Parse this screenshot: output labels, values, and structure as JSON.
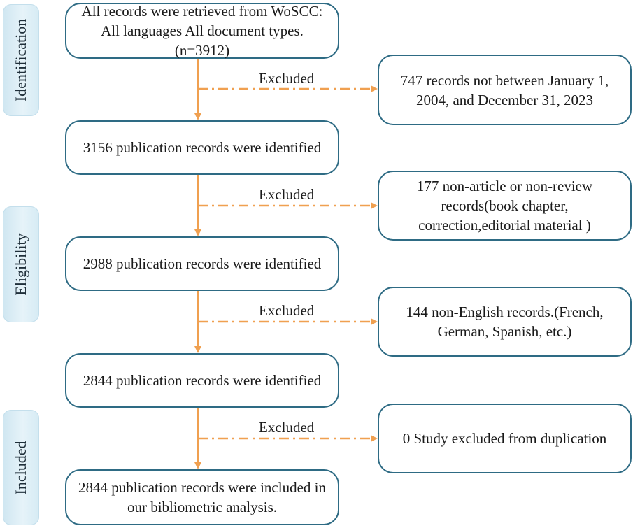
{
  "stages": {
    "identification": "Identification",
    "eligibility": "Eligibility",
    "included": "Included"
  },
  "main_boxes": [
    {
      "text": "All records were retrieved from WoSCC: All languages All document types. (n=3912)"
    },
    {
      "text": "3156 publication records were identified"
    },
    {
      "text": "2988 publication records were identified"
    },
    {
      "text": "2844 publication records were identified"
    },
    {
      "text": "2844 publication records were included in our bibliometric analysis."
    }
  ],
  "exclusions": [
    {
      "label": "Excluded",
      "text": "747 records not between January 1, 2004, and December 31, 2023"
    },
    {
      "label": "Excluded",
      "text": "177 non-article or non-review records(book chapter, correction,editorial material )"
    },
    {
      "label": "Excluded",
      "text": "144 non-English records.(French, German, Spanish, etc.)"
    },
    {
      "label": "Excluded",
      "text": "0 Study excluded from duplication"
    }
  ],
  "colors": {
    "box_border": "#2e6b84",
    "arrow": "#f0a050",
    "stage_fill": "#e6f3f9"
  }
}
